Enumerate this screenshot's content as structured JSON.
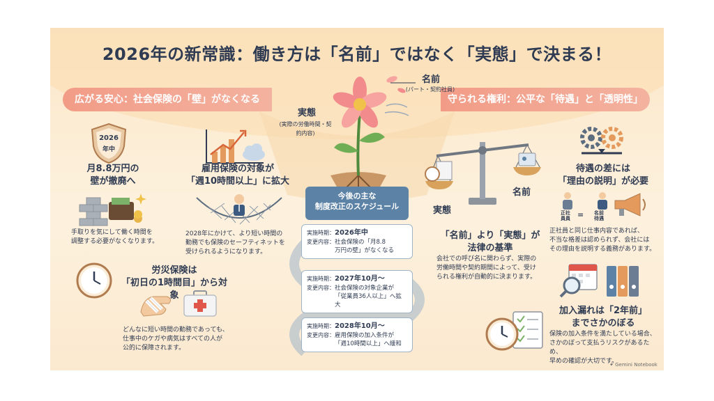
{
  "title": "2026年の新常識：働き方は「名前」ではなく「実態」で決まる！",
  "ribbon_left": "広がる安心：社会保険の「壁」がなくなる",
  "ribbon_right": "守られる権利：公平な「待遇」と「透明性」",
  "flower": {
    "name_label": "名前",
    "name_sub": "(パート・契約社員)",
    "reality_label": "実態",
    "reality_sub": "(実際の労働時間・契約内容)"
  },
  "left": {
    "shield_year": "2026",
    "shield_sub": "年中",
    "wall": {
      "heading": "月8.8万円の\n壁が撤廃へ",
      "body": "手取りを気にして働く時間を\n調整する必要がなくなります。"
    },
    "employment": {
      "heading": "雇用保険の対象が\n「週10時間以上」に拡大",
      "body": "2028年にかけて、より短い時間の\n勤務でも保険のセーフティネットを\n受けられるようになります。"
    },
    "injury": {
      "heading": "労災保険は\n「初日の1時間目」から対象",
      "body": "どんなに短い時間の勤務であっても、\n仕事中のケガや病気はすべての人が\n公的に保障されます。"
    }
  },
  "schedule": {
    "heading": "今後の主な\n制度改正のスケジュール",
    "date_label": "実施時期：",
    "content_label": "変更内容：",
    "items": [
      {
        "date": "2026年中",
        "content": "社会保険の「月8.8\n万円の壁」がなくなる"
      },
      {
        "date": "2027年10月～",
        "content": "社会保険の対象企業が\n「従業員36人以上」へ拡大"
      },
      {
        "date": "2028年10月～",
        "content": "雇用保険の加入条件が\n「週10時間以上」へ緩和"
      }
    ]
  },
  "right": {
    "scale_left": "実態",
    "scale_right": "名前",
    "law": {
      "heading": "「名前」より「実態」が\n法律の基準",
      "body": "会社での呼び名に関わらず、実際の\n労働時間や契約期間によって、受け\nられる権利が自動的に決まります。"
    },
    "treatment": {
      "heading": "待遇の差には\n「理由の説明」が必要",
      "body": "正社員と同じ仕事内容であれば、\n不当な格差は認められず、会社には\nその理由を説明する義務があります。",
      "eq_left": "正社\n員員",
      "eq_right": "名前\n待遇"
    },
    "retro": {
      "heading": "加入漏れは「2年前」\nまでさかのぼる",
      "body": "保険の加入条件を満たしている場合、\nさかのぼって支払うリスクがあるため、\n早めの確認が大切です。"
    }
  },
  "brand": "Gemini Notebook",
  "colors": {
    "navy": "#2f3b52",
    "coral": "#f29c87",
    "blue": "#5c82a6",
    "cream": "#fdf1de"
  }
}
